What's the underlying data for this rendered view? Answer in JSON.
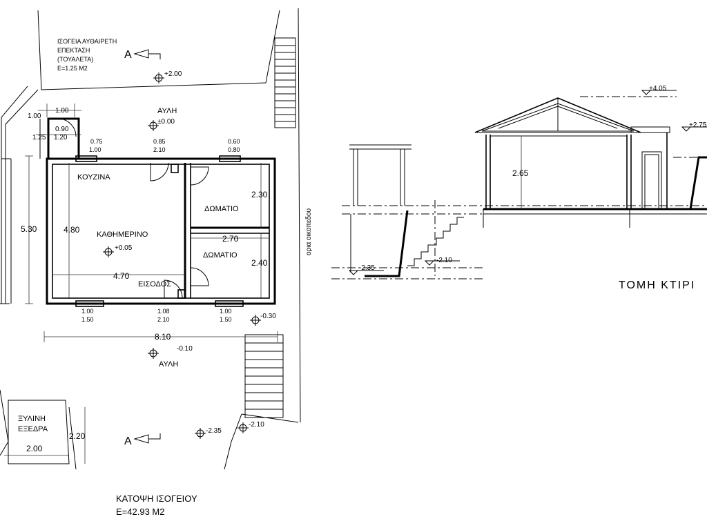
{
  "plan": {
    "toilet_note": [
      "ΙΣΟΓΕΙΑ ΑΥΘΑΙΡΕΤΗ",
      "ΕΠΕΚΤΑΣΗ",
      "(ΤΟΥΑΛΕΤΑ)",
      "E=1.25 M2"
    ],
    "section_marker": "A",
    "courtyard_label": "ΑΥΛΗ",
    "rooms": {
      "kitchen": "ΚΟΥΖΙΝΑ",
      "living": "ΚΑΘΗΜΕΡΙΝΟ",
      "bedroom1": "ΔΩΜΑΤΙΟ",
      "bedroom2": "ΔΩΜΑΤΙΟ",
      "entrance": "ΕΙΣΟΔΟΣ"
    },
    "levels": {
      "top": "+2.00",
      "courtyard_top": "±0.00",
      "living": "+0.05",
      "right_bottom": "-0.30",
      "courtyard_bottom": "-0.10",
      "bottom_left": "-2.35",
      "bottom_right": "-2.10"
    },
    "dims": {
      "d100a": "1.00",
      "d100b": "1.00",
      "d090": "0.90",
      "d125": "1.25",
      "d120": "1.20",
      "w1": [
        "0.75",
        "1.00"
      ],
      "w2": [
        "0.85",
        "2.10"
      ],
      "w3": [
        "0.60",
        "0.80"
      ],
      "b1": [
        "1.00",
        "1.50"
      ],
      "b2": [
        "1.08",
        "2.10"
      ],
      "b3": [
        "1.00",
        "1.50"
      ],
      "height_530": "5.30",
      "height_480": "4.80",
      "width_470": "4.70",
      "width_270": "2.70",
      "room_230": "2.30",
      "room_240": "2.40",
      "total_810": "8.10",
      "pergola_220": "2.20",
      "pergola_200": "2.00"
    },
    "pergola": [
      "ΞΥΛΙΝΗ",
      "ΕΞΕΔΡΑ"
    ],
    "plot_boundary": "ορια οικοπεδου",
    "title": "ΚΑΤΟΨΗ ΙΣΟΓΕΙΟΥ",
    "area": "E=42.93 M2"
  },
  "section": {
    "level_roof": "+4.05",
    "level_right": "+2.75",
    "height": "2.65",
    "level_left": "-2.35",
    "level_mid": "-2.10",
    "title": "ΤΟΜΗ ΚΤΙΡΙ"
  }
}
